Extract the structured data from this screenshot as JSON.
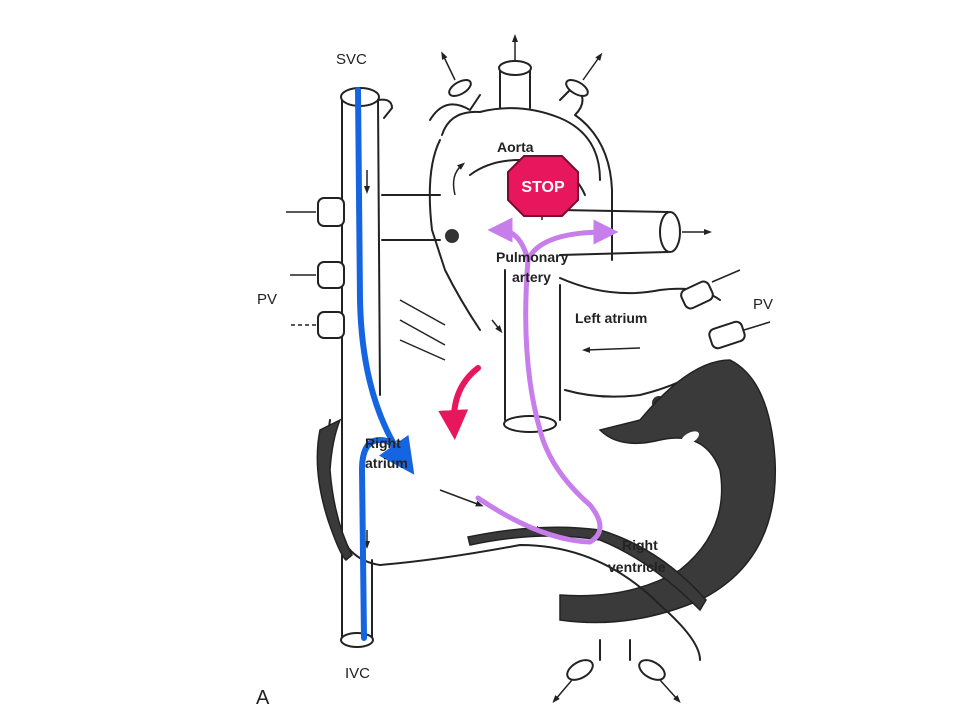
{
  "figure_letter": "A",
  "labels": {
    "svc": "SVC",
    "ivc": "IVC",
    "pv_left": "PV",
    "pv_right": "PV",
    "aorta": "Aorta",
    "pulmonary_artery_line1": "Pulmonary",
    "pulmonary_artery_line2": "artery",
    "left_atrium": "Left atrium",
    "right_atrium_line1": "Right",
    "right_atrium_line2": "atrium",
    "right_ventricle_line1": "Right",
    "right_ventricle_line2": "ventricle"
  },
  "stop_sign": {
    "text": "STOP",
    "color": "#e8175d"
  },
  "flow_colors": {
    "svc_ivc_flow": "#1565e0",
    "pulmonary_flow": "#c77dea",
    "blocked_flow": "#e8175d"
  }
}
